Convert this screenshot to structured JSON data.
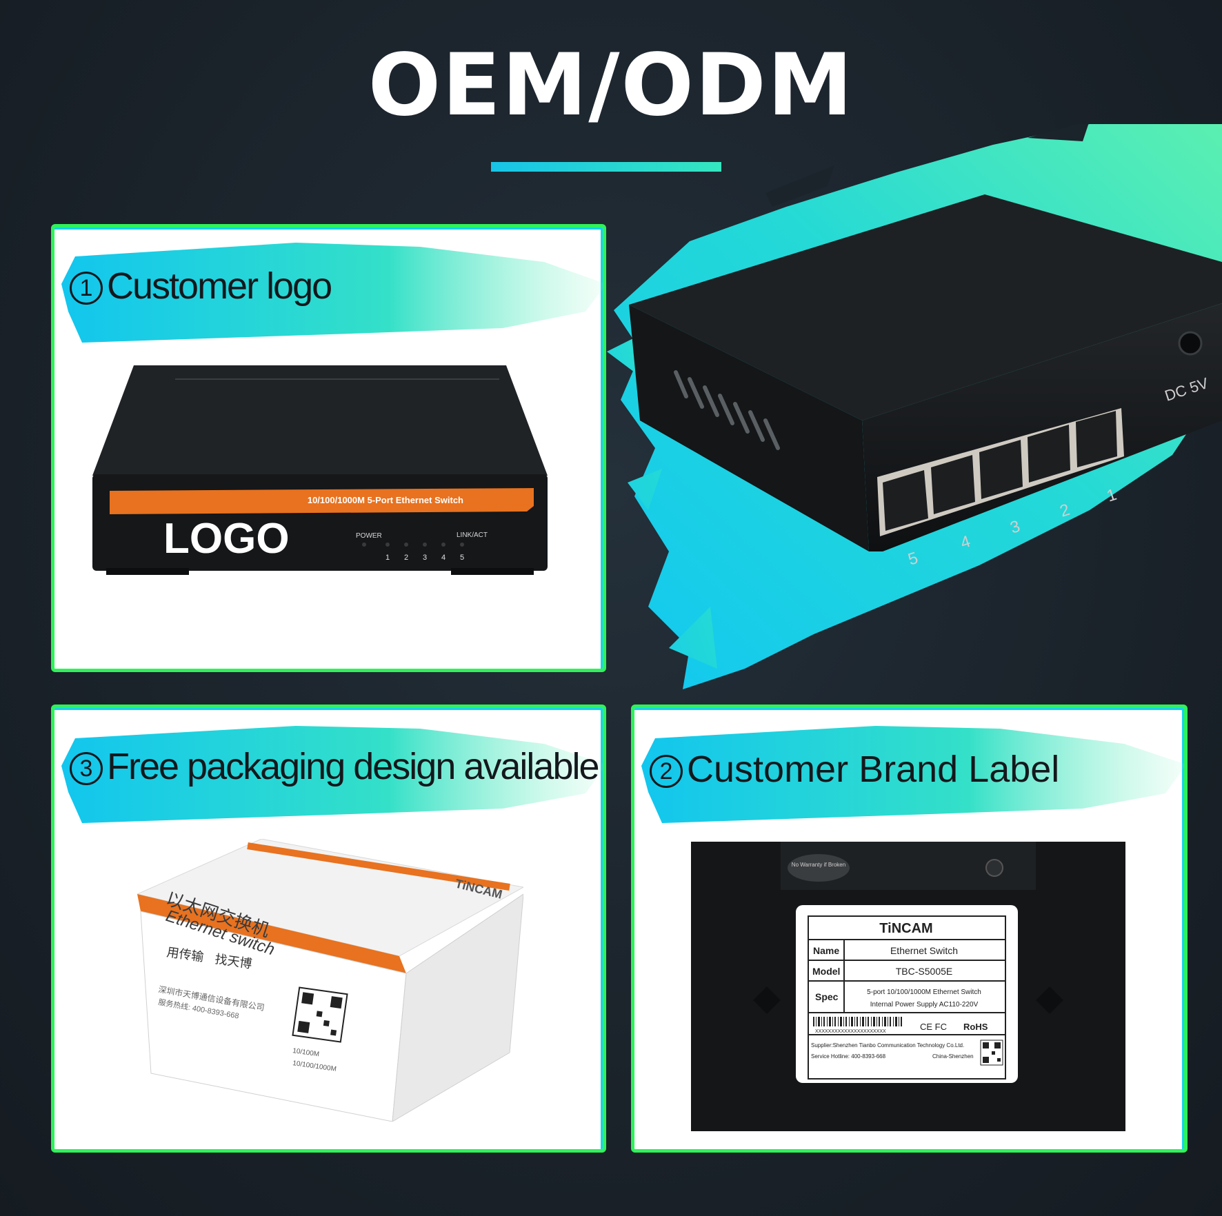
{
  "title": "OEM/ODM",
  "colors": {
    "accent_cyan": "#14d4ef",
    "accent_green": "#2ff25a",
    "switch_orange": "#e8721f"
  },
  "panels": {
    "logo": {
      "number": "1",
      "heading": "Customer logo",
      "switch_strip_text": "10/100/1000M 5-Port Ethernet Switch",
      "logo_text": "LOGO",
      "power_label": "POWER",
      "link_label": "LINK/ACT",
      "port_numbers": [
        "1",
        "2",
        "3",
        "4",
        "5"
      ]
    },
    "packaging": {
      "number": "3",
      "heading": "Free packaging design available",
      "brand": "TiNCAM",
      "box_title_cn": "以太网交换机",
      "box_title_en": "Ethernet switch",
      "slogan": "用传输",
      "slogan2": "找天博",
      "company_cn": "深圳市天博通信设备有限公司",
      "hotline": "服务热线: 400-8393-668",
      "option_1": "10/100M",
      "option_2": "10/100/1000M"
    },
    "label": {
      "number": "2",
      "heading": "Customer Brand Label",
      "brand": "TiNCAM",
      "sticker_text": "No Warranty if Broken",
      "rows": [
        {
          "key": "Name",
          "value": "Ethernet  Switch"
        },
        {
          "key": "Model",
          "value": "TBC-S5005E"
        },
        {
          "key": "Spec",
          "value": "5-port 10/100/1000M Ethernet Switch",
          "value2": "Internal Power Supply AC110-220V"
        }
      ],
      "serial": "XXXXXXXXXXXXXXXXXXXXXX",
      "certs": "CE FC",
      "rohs": "RoHS",
      "supplier": "Supplier:Shenzhen Tianbo Communication Technology Co.Ltd.",
      "service_hotline": "Service Hotline:  400-8393-668",
      "origin": "China-Shenzhen"
    }
  },
  "hero_switch": {
    "port_numbers": [
      "5",
      "4",
      "3",
      "2",
      "1"
    ],
    "dc_label": "DC 5V"
  }
}
